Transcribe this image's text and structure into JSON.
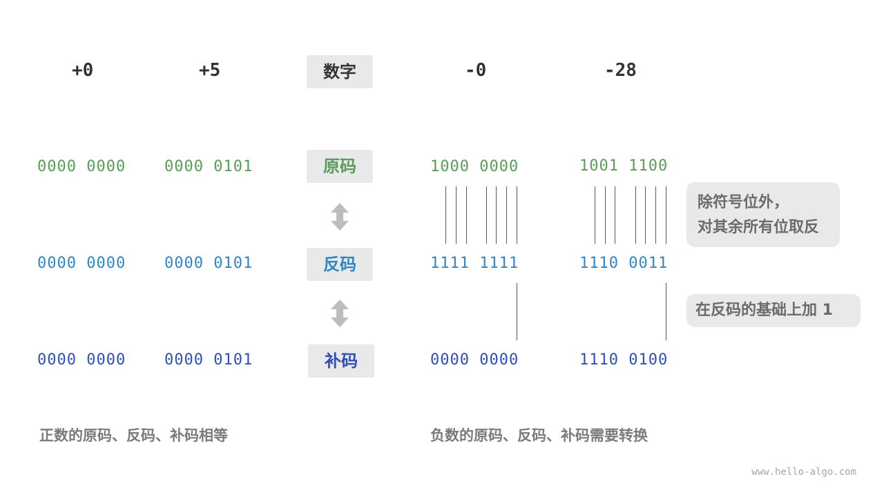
{
  "header": {
    "numbers": [
      "+0",
      "+5",
      "-0",
      "-28"
    ],
    "center_label": "数字"
  },
  "labels": {
    "original": "原码",
    "inverse": "反码",
    "complement": "补码"
  },
  "positive": {
    "plus0": {
      "original": "0000 0000",
      "inverse": "0000 0000",
      "complement": "0000 0000"
    },
    "plus5": {
      "original": "0000 0101",
      "inverse": "0000 0101",
      "complement": "0000 0101"
    }
  },
  "negative": {
    "minus0": {
      "original": "1000 0000",
      "inverse": "1111 1111",
      "complement": "0000 0000"
    },
    "minus28": {
      "original": "1001 1100",
      "inverse": "1110 0011",
      "complement": "1110 0100"
    }
  },
  "notes": {
    "invert_line1": "除符号位外，",
    "invert_line2": "对其余所有位取反",
    "add_one": "在反码的基础上加 1"
  },
  "captions": {
    "positive": "正数的原码、反码、补码相等",
    "negative": "负数的原码、反码、补码需要转换"
  },
  "watermark": "www.hello-algo.com",
  "colors": {
    "original": "#5a9a5a",
    "inverse": "#2f86c8",
    "complement": "#2f4fb8",
    "label_bg": "#e9e9e9",
    "text_dark": "#333333",
    "note_text": "#6b6b6b",
    "arrow": "#bdbdbd"
  }
}
